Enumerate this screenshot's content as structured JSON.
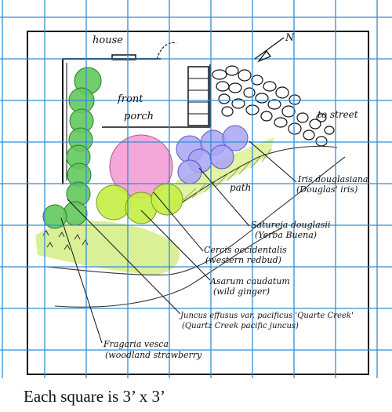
{
  "labels": {
    "house": "house",
    "north": "N",
    "front_porch_1": "front",
    "front_porch_2": "porch",
    "to_street": "to street",
    "path": "path"
  },
  "plants": [
    {
      "key": "iris",
      "latin": "Iris douglasiana",
      "common": "(Douglas' iris)"
    },
    {
      "key": "satureja",
      "latin": "Satureja douglasii",
      "common": "(Yerba Buena)"
    },
    {
      "key": "cercis",
      "latin": "Cercis occidentalis",
      "common": "(western redbud)"
    },
    {
      "key": "asarum",
      "latin": "Asarum caudatum",
      "common": "(wild ginger)"
    },
    {
      "key": "juncus",
      "latin": "Juncus effusus var. pacificus 'Quarte Creek'",
      "common": "(Quartz Creek pacific juncus)"
    },
    {
      "key": "fragaria",
      "latin": "Fragaria vesca",
      "common": "(woodland strawberry"
    }
  ],
  "caption": "Each square is 3’ x 3’",
  "colors": {
    "grid": "#2f8fd6",
    "green_plant": "#5fc85a",
    "lime_plant": "#c8f04a",
    "pink_plant": "#f3a6d8",
    "blue_plant": "#a9a6f3",
    "ground": "#d6f08a"
  }
}
